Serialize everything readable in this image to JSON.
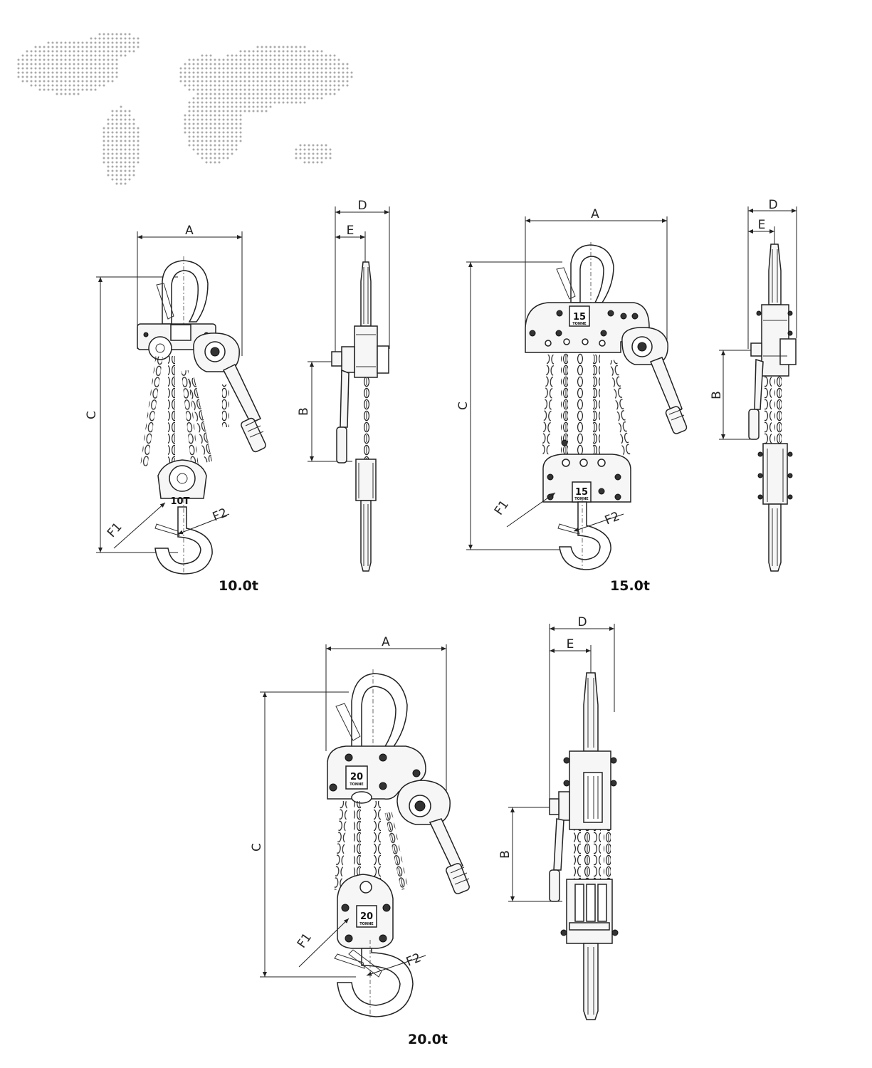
{
  "labels": {
    "dim_a": "A",
    "dim_b": "B",
    "dim_c": "C",
    "dim_d": "D",
    "dim_e": "E",
    "dim_f1": "F1",
    "dim_f2": "F2"
  },
  "models": [
    {
      "caption": "10.0t",
      "plate": "10T"
    },
    {
      "caption": "15.0t",
      "plate": "15",
      "plate_sub": "TONNE"
    },
    {
      "caption": "20.0t",
      "plate": "20",
      "plate_sub": "TONNE"
    }
  ],
  "colors": {
    "line": "#222222",
    "map_dots": "#aaaaaa"
  },
  "icons": {
    "map": "world-map-dots"
  }
}
